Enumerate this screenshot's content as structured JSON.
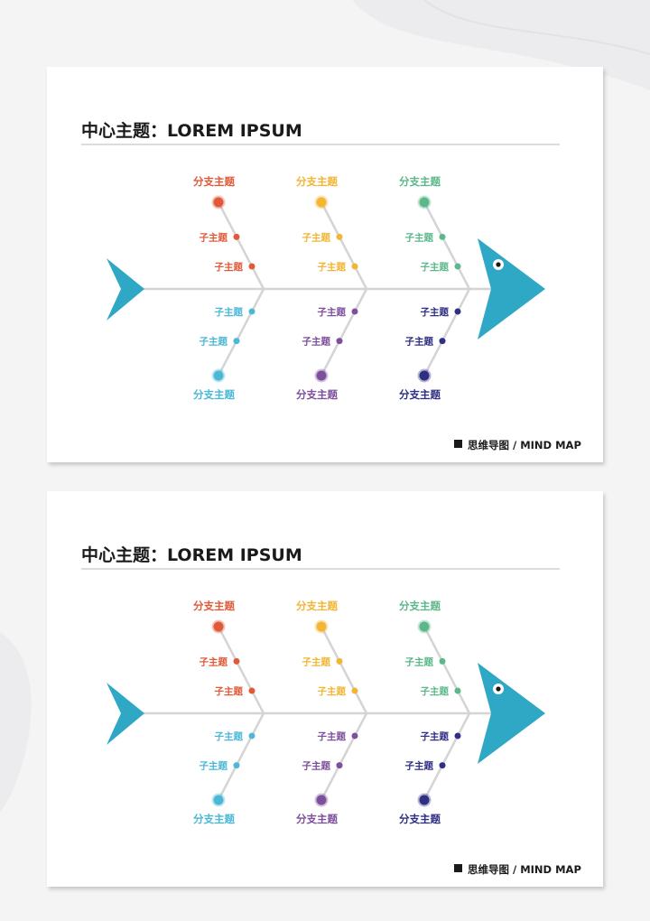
{
  "slides": [
    {
      "title": "中心主题：LOREM IPSUM",
      "footer": "思维导图 / MIND MAP",
      "branches": [
        {
          "position": "top",
          "label": "分支主题",
          "color": "#e05a3a",
          "subtopics": [
            "子主题",
            "子主题"
          ]
        },
        {
          "position": "top",
          "label": "分支主题",
          "color": "#f2b534",
          "subtopics": [
            "子主题",
            "子主题"
          ]
        },
        {
          "position": "top",
          "label": "分支主题",
          "color": "#5cb88a",
          "subtopics": [
            "子主题",
            "子主题"
          ]
        },
        {
          "position": "bottom",
          "label": "分支主题",
          "color": "#4bb8d6",
          "subtopics": [
            "子主题",
            "子主题"
          ]
        },
        {
          "position": "bottom",
          "label": "分支主题",
          "color": "#7d4f9c",
          "subtopics": [
            "子主题",
            "子主题"
          ]
        },
        {
          "position": "bottom",
          "label": "分支主题",
          "color": "#2f2f84",
          "subtopics": [
            "子主题",
            "子主题"
          ]
        }
      ]
    },
    {
      "title": "中心主题：LOREM IPSUM",
      "footer": "思维导图 / MIND MAP",
      "branches": [
        {
          "position": "top",
          "label": "分支主题",
          "color": "#e05a3a",
          "subtopics": [
            "子主题",
            "子主题"
          ]
        },
        {
          "position": "top",
          "label": "分支主题",
          "color": "#f2b534",
          "subtopics": [
            "子主题",
            "子主题"
          ]
        },
        {
          "position": "top",
          "label": "分支主题",
          "color": "#5cb88a",
          "subtopics": [
            "子主题",
            "子主题"
          ]
        },
        {
          "position": "bottom",
          "label": "分支主题",
          "color": "#4bb8d6",
          "subtopics": [
            "子主题",
            "子主题"
          ]
        },
        {
          "position": "bottom",
          "label": "分支主题",
          "color": "#7d4f9c",
          "subtopics": [
            "子主题",
            "子主题"
          ]
        },
        {
          "position": "bottom",
          "label": "分支主题",
          "color": "#2f2f84",
          "subtopics": [
            "子主题",
            "子主题"
          ]
        }
      ]
    }
  ],
  "colors": {
    "fish": "#2ea8c4",
    "spine": "#d4d4d6",
    "divider": "#c8c8c8"
  },
  "icons": {
    "footer_marker": "black-square-icon",
    "fish_eye": "eye-icon"
  }
}
